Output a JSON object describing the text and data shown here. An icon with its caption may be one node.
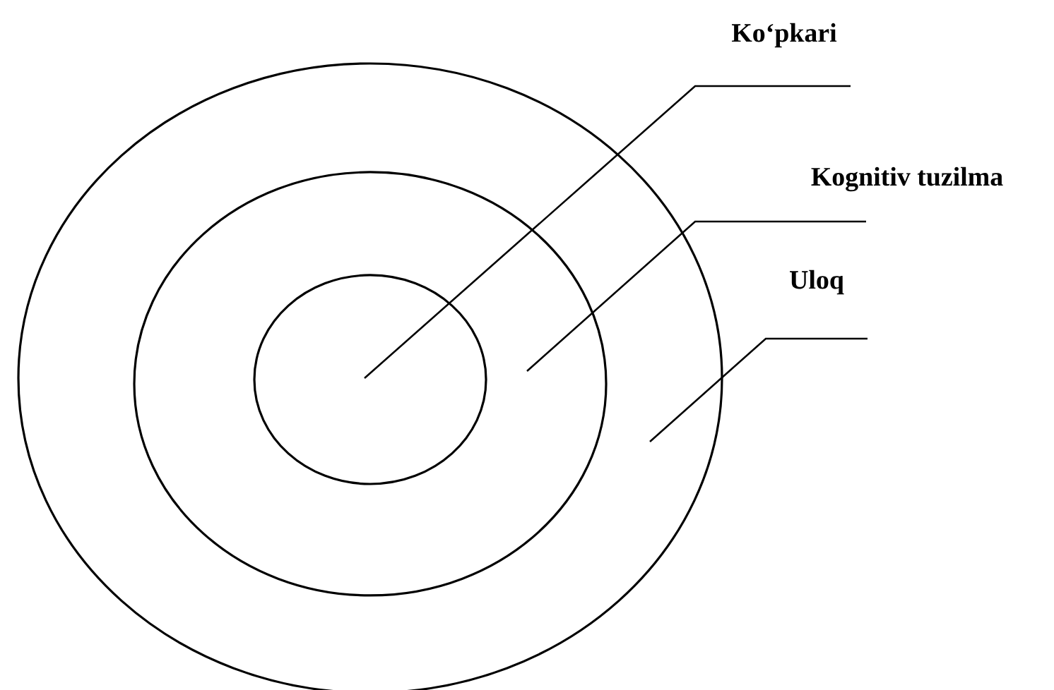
{
  "diagram": {
    "nodes": [
      {
        "text": [],
        "shape": "ellipse"
      },
      {
        "text": [],
        "shape": "ellipse",
        "in": 0
      },
      {
        "text": [],
        "shape": "ellipse",
        "in": 1
      },
      {
        "text": [
          "Ko‘pkari"
        ]
      },
      {
        "text": [
          "Kognitiv tuzilma"
        ]
      },
      {
        "text": [
          "Uloq"
        ]
      }
    ],
    "edges": [
      {
        "from": 3,
        "to": 2,
        "arrow": "none"
      },
      {
        "from": 4,
        "to": 1,
        "arrow": "none"
      },
      {
        "from": 5,
        "to": 0,
        "arrow": "none"
      }
    ]
  }
}
